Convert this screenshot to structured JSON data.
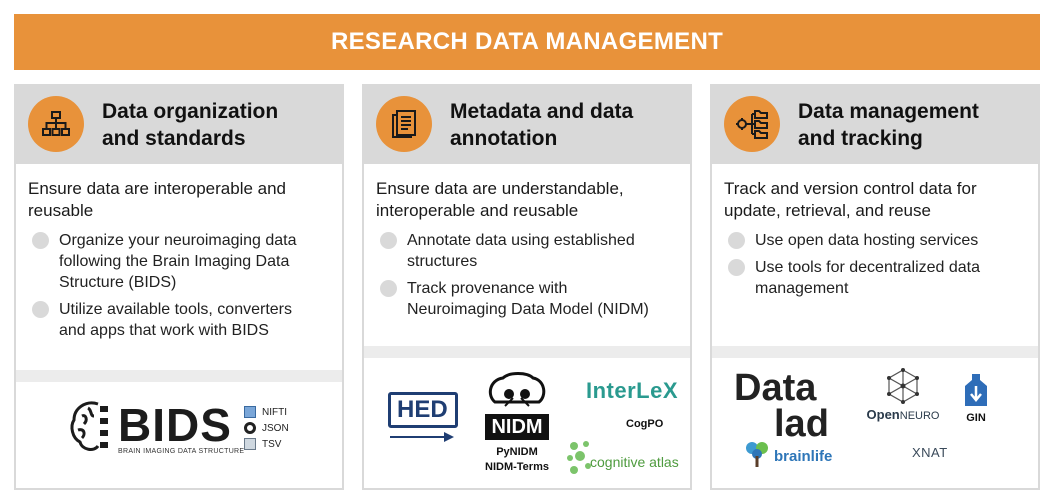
{
  "banner": {
    "title": "RESEARCH DATA MANAGEMENT"
  },
  "colors": {
    "accent": "#e8923a",
    "panel_grey": "#d9d9d9",
    "text": "#1a1a1a"
  },
  "cards": [
    {
      "icon": "hierarchy-icon",
      "title_line1": "Data organization",
      "title_line2": "and standards",
      "lead_line1": "Ensure data are interoperable and",
      "lead_line2": "reusable",
      "bullets": [
        {
          "lines": [
            "Organize your neuroimaging data",
            "following the Brain Imaging Data",
            "Structure (BIDS)"
          ]
        },
        {
          "lines": [
            "Utilize available tools, converters",
            "and apps that work with BIDS"
          ]
        }
      ],
      "logos": {
        "bids_word": "BIDS",
        "bids_sub": "BRAIN IMAGING DATA STRUCTURE",
        "formats": [
          "NIFTI",
          "JSON",
          "TSV"
        ]
      }
    },
    {
      "icon": "document-icon",
      "title_line1": "Metadata and data",
      "title_line2": "annotation",
      "lead_line1": "Ensure data are understandable,",
      "lead_line2": "interoperable and reusable",
      "bullets": [
        {
          "lines": [
            "Annotate data using established",
            "structures"
          ]
        },
        {
          "lines": [
            "Track provenance with",
            "Neuroimaging Data Model (NIDM)"
          ]
        }
      ],
      "logos": {
        "hed": "HED",
        "nidm": "NIDM",
        "pynidm": "PyNIDM",
        "nidm_terms": "NIDM-Terms",
        "interlex": "InterLeX",
        "cogpo": "CogPO",
        "cognitive_atlas": "cognitive atlas"
      }
    },
    {
      "icon": "folder-tree-icon",
      "title_line1": "Data management",
      "title_line2": "and tracking",
      "lead_line1": "Track and version control data for",
      "lead_line2": "update, retrieval, and reuse",
      "bullets": [
        {
          "lines": [
            "Use open data hosting services"
          ]
        },
        {
          "lines": [
            "Use tools for decentralized data",
            "management"
          ]
        }
      ],
      "logos": {
        "datalad_top": "Data",
        "datalad_bottom": "lad",
        "openneuro_a": "Open",
        "openneuro_b": "NEURO",
        "gin": "GIN",
        "brainlife": "brainlife",
        "xnat": "XNAT"
      }
    }
  ]
}
